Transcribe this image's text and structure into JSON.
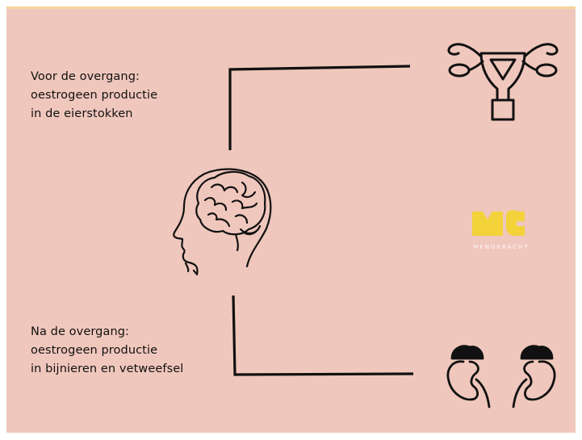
{
  "captions": {
    "before": "Voor de overgang:\noestrogeen productie\nin de eierstokken",
    "after": "Na de overgang:\noestrogeen productie\nin bijnieren en vetweefsel"
  },
  "logo": {
    "text": "MENOKRACHT",
    "color": "#f3d23a"
  },
  "icons": [
    "head-brain-icon",
    "uterus-icon",
    "kidneys-icon"
  ],
  "colors": {
    "background": "#f0c7bc",
    "top-border": "#f5d49a",
    "line": "#111111"
  }
}
